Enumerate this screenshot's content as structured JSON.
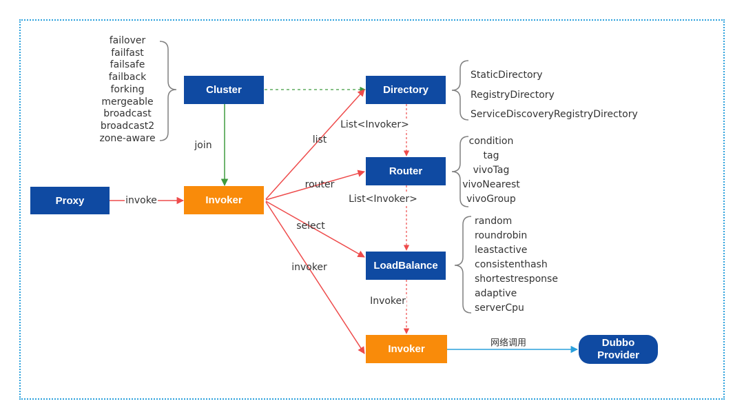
{
  "colors": {
    "blue_box": "#0f4aa2",
    "orange_box": "#f98b0a",
    "red_arrow": "#ee4b4b",
    "green_arrow": "#3e9a3e",
    "network_arrow": "#2aa0dc",
    "frame_border": "#2aa0dc"
  },
  "nodes": {
    "proxy": "Proxy",
    "cluster": "Cluster",
    "invoker_main": "Invoker",
    "directory": "Directory",
    "router": "Router",
    "loadbalance": "LoadBalance",
    "invoker_final": "Invoker",
    "dubbo_provider_line1": "Dubbo",
    "dubbo_provider_line2": "Provider"
  },
  "edge_labels": {
    "invoke": "invoke",
    "join": "join",
    "list": "list",
    "router": "router",
    "select": "select",
    "invoker": "invoker",
    "directory_to_router": "List<Invoker>",
    "router_to_loadbalance": "List<Invoker>",
    "loadbalance_to_invoker": "Invoker",
    "network_call": "网络调用"
  },
  "cluster_strategies": [
    "failover",
    "failfast",
    "failsafe",
    "failback",
    "forking",
    "mergeable",
    "broadcast",
    "broadcast2",
    "zone-aware"
  ],
  "directory_types": [
    "StaticDirectory",
    "RegistryDirectory",
    "ServiceDiscoveryRegistryDirectory"
  ],
  "router_types": [
    "condition",
    "tag",
    "vivoTag",
    "vivoNearest",
    "vivoGroup"
  ],
  "loadbalance_types": [
    "random",
    "roundrobin",
    "leastactive",
    "consistenthash",
    "shortestresponse",
    "adaptive",
    "serverCpu"
  ]
}
